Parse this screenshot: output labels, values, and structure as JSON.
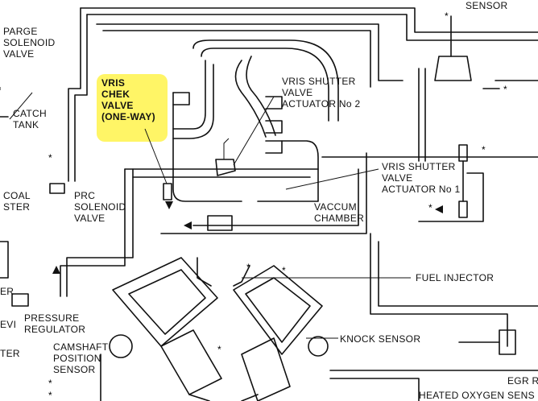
{
  "labels": {
    "sensor": "SENSOR",
    "parge_solenoid_valve": "PARGE\nSOLENOID\nVALVE",
    "catch_tank": "CATCH\nTANK",
    "coal": "COAL\nSTER",
    "prc_solenoid_valve": "PRC\nSOLENOID\nVALVE",
    "vris_chek_valve": "VRIS\nCHEK\nVALVE\n(ONE-WAY)",
    "vris_shutter_actuator_2": "VRIS SHUTTER\nVALVE\nACTUATOR No 2",
    "vris_shutter_actuator_1": "VRIS SHUTTER\nVALVE\nACTUATOR No 1",
    "vaccum_chamber": "VACCUM\nCHAMBER",
    "fuel_injector": "FUEL INJECTOR",
    "pressure_regulator": "PRESSURE\nREGULATOR",
    "knock_sensor": "KNOCK SENSOR",
    "camshaft_position_sensor": "CAMSHAFT\nPOSITION\nSENSOR",
    "egr_re": "EGR RE",
    "heated_oxygen_sensor": "HEATED OXYGEN SENS",
    "left_partial_1": "ER",
    "left_partial_2": "EVI",
    "left_partial_3": "TER"
  },
  "colors": {
    "highlight": "#fff455",
    "line": "#111111"
  }
}
